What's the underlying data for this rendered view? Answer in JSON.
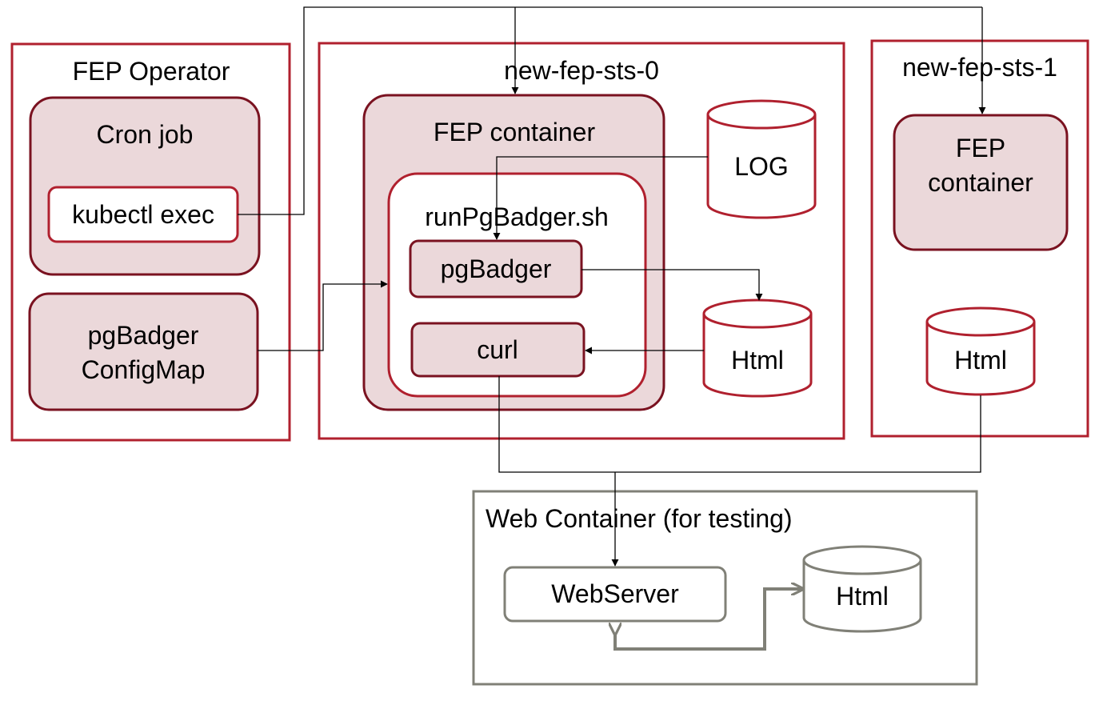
{
  "colors": {
    "frame_red": "#B0202E",
    "dark_red": "#7A1220",
    "pink_fill": "#EBD8DA",
    "gray": "#808077",
    "text": "#000000",
    "connector": "#000000"
  },
  "fep_operator": {
    "title": "FEP Operator",
    "cron_job": {
      "label": "Cron job",
      "kubectl": "kubectl exec"
    },
    "configmap": {
      "line1": "pgBadger",
      "line2": "ConfigMap"
    }
  },
  "sts0": {
    "title": "new-fep-sts-0",
    "fep_container": {
      "label": "FEP container",
      "script": {
        "label": "runPgBadger.sh",
        "pgbadger": "pgBadger",
        "curl": "curl"
      }
    },
    "log_db": "LOG",
    "html_db": "Html"
  },
  "sts1": {
    "title": "new-fep-sts-1",
    "fep_container": {
      "line1": "FEP",
      "line2": "container"
    },
    "html_db": "Html"
  },
  "web": {
    "title": "Web Container (for testing)",
    "webserver": "WebServer",
    "html_db": "Html"
  }
}
